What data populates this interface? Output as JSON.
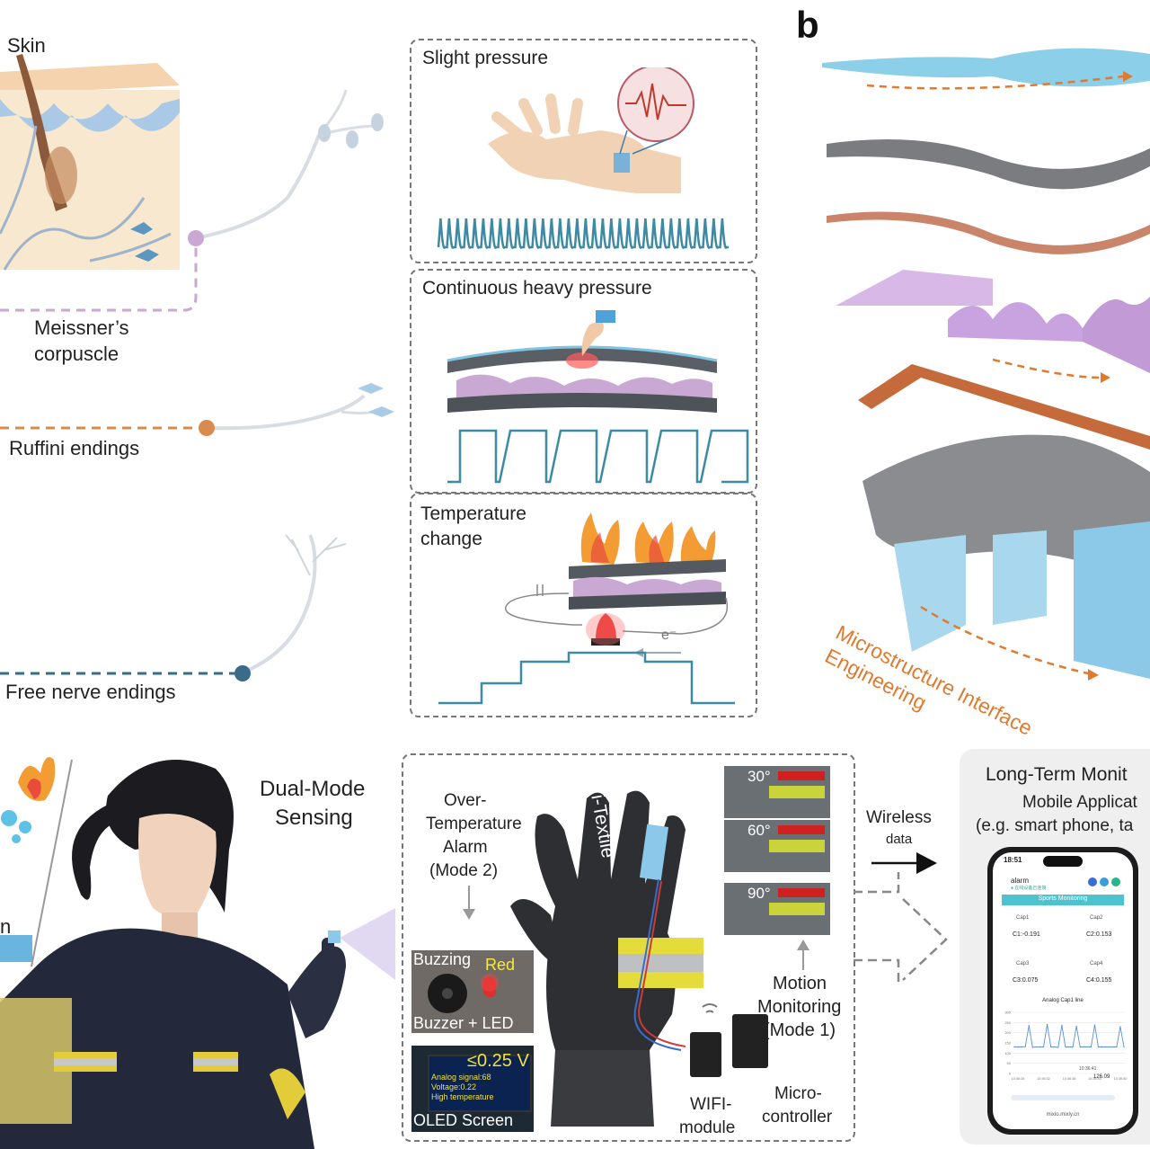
{
  "panel_b_label": "b",
  "receptors": {
    "skin": "Skin",
    "meissner": "Meissner’s\ncorpuscle",
    "meissner_line1": "Meissner’s",
    "meissner_line2": "corpuscle",
    "ruffini": "Ruffini endings",
    "free": "Free nerve endings"
  },
  "stimuli": {
    "slight": "Slight pressure",
    "heavy": "Continuous heavy pressure",
    "temp_line1": "Temperature",
    "temp_line2": "change",
    "electron": "e⁻"
  },
  "microstructure": {
    "line1": "Microstructure Interface",
    "line2": "Engineering"
  },
  "bottom": {
    "left_cut_text": "n",
    "dual_mode_line1": "Dual-Mode",
    "dual_mode_line2": "Sensing",
    "over_temp": [
      "Over-",
      "Temperature",
      "Alarm",
      "(Mode 2)"
    ],
    "buzzing": "Buzzing",
    "red": "Red",
    "buzzer_led": "Buzzer + LED",
    "oled_voltage": "≤0.25 V",
    "oled_line1": "Analog signal:68",
    "oled_line2": "Voltage:0.22",
    "oled_line3": "High temperature",
    "oled_screen": "OLED Screen",
    "itextile": "i-Textile",
    "angles": [
      "30°",
      "60°",
      "90°"
    ],
    "motion": [
      "Motion",
      "Monitoring",
      "(Mode 1)"
    ],
    "wifi": [
      "WIFI-",
      "module"
    ],
    "micro": [
      "Micro-",
      "controller"
    ],
    "wireless": [
      "Wireless",
      "data"
    ]
  },
  "long_term": {
    "title": "Long-Term Monit",
    "subtitle": "Mobile Applicat",
    "examples": "(e.g. smart phone, ta"
  },
  "phone": {
    "time": "18:51",
    "app_title": "alarm",
    "app_subtitle": "● 在线设备已连接",
    "banner": "Sports Monitoring",
    "cap1_label": "Cap1",
    "cap1_value": "C1:-0.191",
    "cap2_label": "Cap2",
    "cap2_value": "C2:0.153",
    "cap3_label": "Cap3",
    "cap3_value": "C3:0.075",
    "cap4_label": "Cap4",
    "cap4_value": "C4:0.155",
    "chart_title": "Analog Cap1 line",
    "tooltip_time": "10:36:41",
    "tooltip_value": "126.09",
    "url": "mixio.mixly.cn"
  },
  "colors": {
    "meissner": "#c9a8d4",
    "ruffini": "#d98b4e",
    "free": "#3a6b8a",
    "signal": "#3d8aa3",
    "orange_arrow": "#e07a2e",
    "accent_blue": "#5ec2e6"
  },
  "chart_data": {
    "type": "line",
    "title": "Analog Cap1 line",
    "ylim": [
      0,
      300
    ],
    "yticks": [
      0,
      50,
      100,
      150,
      200,
      250,
      300
    ],
    "xticks": [
      "10:36:26",
      "10:36:32",
      "10:36:38",
      "10:36:44",
      "10:36:50"
    ],
    "series": [
      {
        "values": [
          130,
          130,
          130,
          132,
          235,
          128,
          130,
          130,
          130,
          240,
          130,
          130,
          128,
          236,
          130,
          130,
          130,
          232,
          130,
          130,
          130,
          130,
          238,
          130,
          130,
          130,
          130,
          130,
          130,
          230,
          130
        ]
      }
    ]
  }
}
